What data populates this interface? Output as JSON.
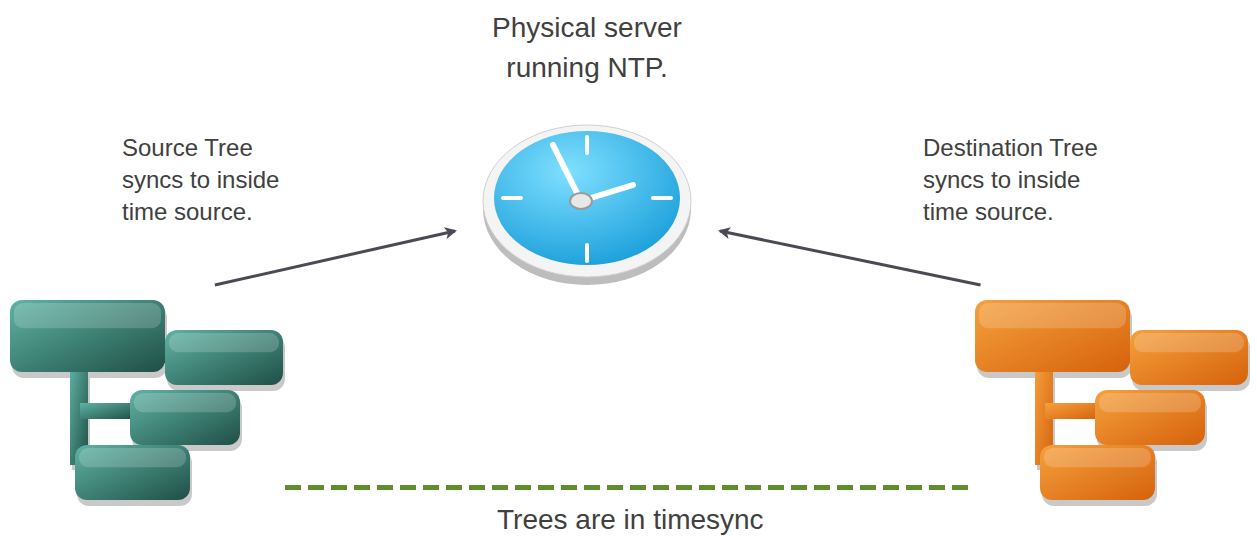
{
  "diagram": {
    "nodes": [
      {
        "text": [
          "Source Tree syncs to inside time source."
        ]
      },
      {
        "text": [
          "Physical server running NTP."
        ]
      },
      {
        "text": [
          "Destination Tree syncs to inside time source."
        ]
      }
    ],
    "edges": [
      {
        "from": 0,
        "to": 1,
        "arrow": "to"
      },
      {
        "from": 2,
        "to": 1,
        "arrow": "to"
      },
      {
        "from": 0,
        "to": 2,
        "arrow": "none",
        "label": "Trees are in timesync"
      }
    ]
  }
}
